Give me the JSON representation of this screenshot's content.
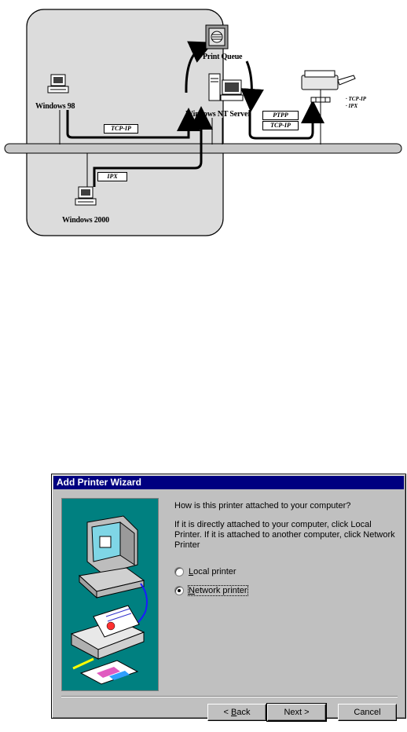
{
  "diagram": {
    "nodes": {
      "print_queue": "Print Queue",
      "windows98": "Windows 98",
      "nt_server": "Windows NT Server",
      "windows2000": "Windows 2000"
    },
    "protocols": {
      "w98_link": "TCP-IP",
      "w2000_link": "IPX",
      "server_link_top": "PTPP",
      "server_link_bottom": "TCP-IP"
    },
    "printer_protocols": [
      "· TCP-IP",
      "· IPX"
    ]
  },
  "dialog": {
    "title": "Add Printer Wizard",
    "question": "How is this printer attached to your computer?",
    "instructions": "If it is directly attached to your computer, click Local Printer. If it is attached to another computer, click Network Printer",
    "options": [
      {
        "accel": "L",
        "rest": "ocal printer",
        "selected": false
      },
      {
        "accel": "N",
        "rest": "etwork printer",
        "selected": true
      }
    ],
    "buttons": {
      "back_prefix": "< ",
      "back_accel": "B",
      "back_rest": "ack",
      "next": "Next >",
      "cancel": "Cancel"
    }
  }
}
